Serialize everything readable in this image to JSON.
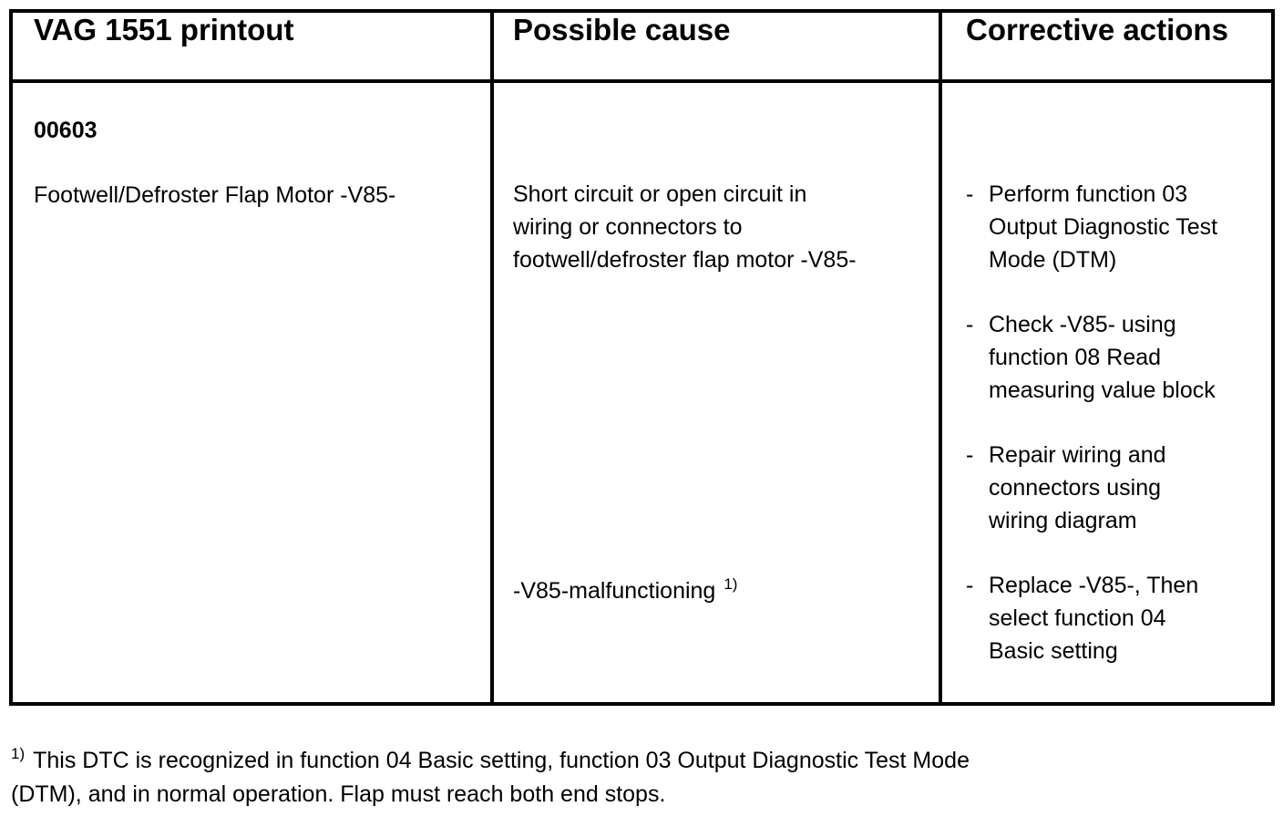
{
  "colors": {
    "background": "#ffffff",
    "text": "#000000",
    "border": "#000000"
  },
  "table": {
    "columns": [
      {
        "header": "VAG 1551 printout"
      },
      {
        "header": "Possible cause"
      },
      {
        "header": "Corrective actions"
      }
    ],
    "row": {
      "dtc_code": "00603",
      "dtc_label": "Footwell/Defroster Flap Motor -V85-",
      "causes": [
        {
          "text": "Short circuit or open circuit in\nwiring or connectors to\nfootwell/defroster flap motor -V85-",
          "footnote_marker": ""
        },
        {
          "text": "-V85-malfunctioning",
          "footnote_marker": "1)"
        }
      ],
      "corrective_actions": {
        "marker": "-",
        "items": [
          {
            "text": "Perform function 03\nOutput Diagnostic Test\nMode (DTM)"
          },
          {
            "text": "Check -V85- using\nfunction 08 Read\nmeasuring value block"
          },
          {
            "text": "Repair wiring and\nconnectors using\nwiring diagram"
          },
          {
            "text": "Replace -V85-, Then\nselect function 04\nBasic setting"
          }
        ]
      }
    }
  },
  "footnote": {
    "marker": "1)",
    "text": "This DTC is recognized in function 04 Basic setting, function 03 Output Diagnostic Test Mode\n(DTM), and in normal operation. Flap must reach both end stops."
  }
}
